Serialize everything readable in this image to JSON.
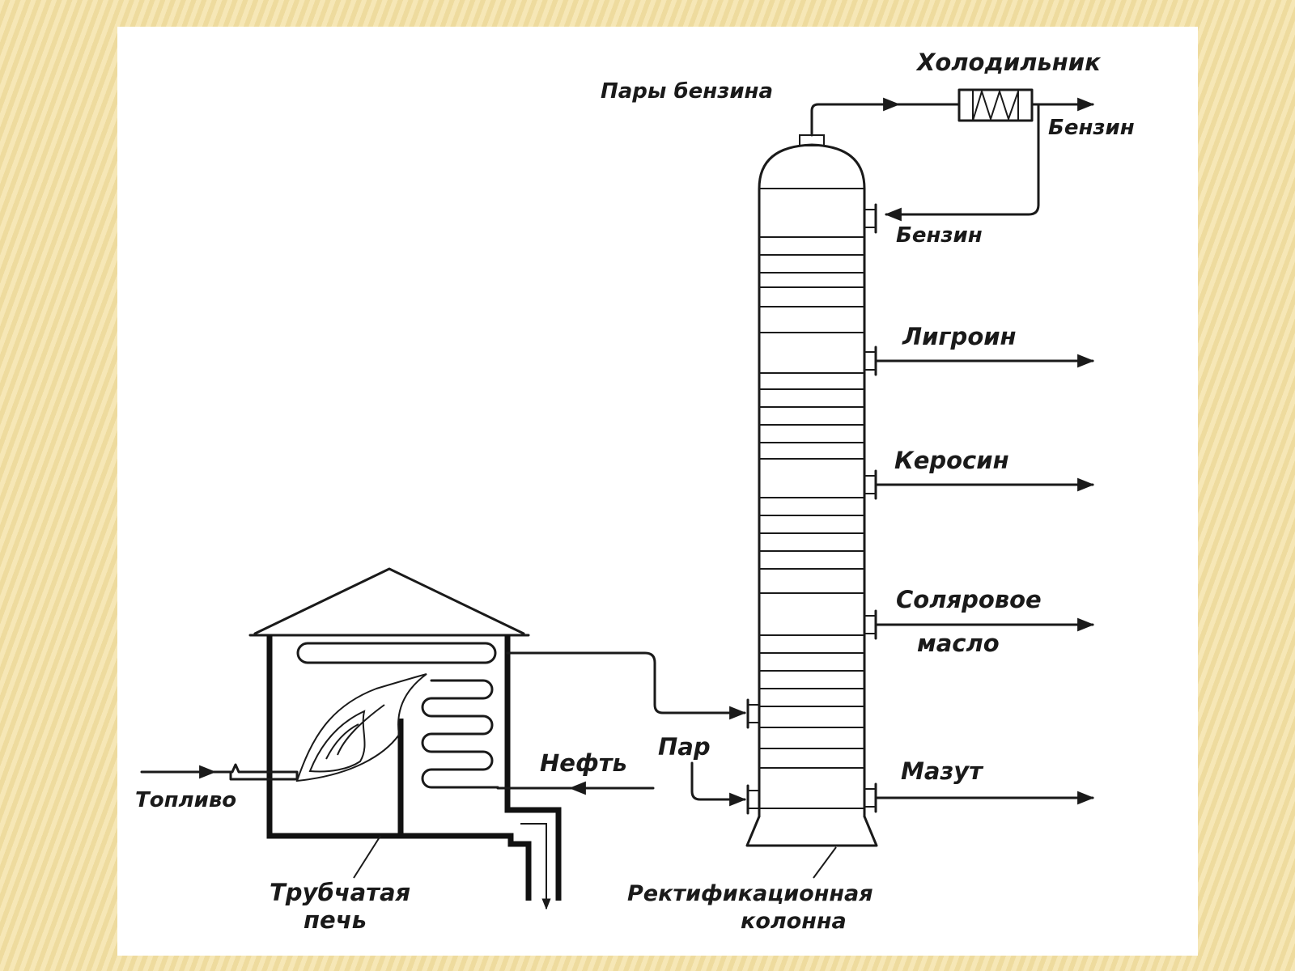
{
  "colors": {
    "ink": "#1a1a1a",
    "panel": "#ffffff",
    "background": "#f3e2a9"
  },
  "labels": {
    "benzene_vapor": "Пары бензина",
    "cooler": "Холодильник",
    "gasoline_out": "Бензин",
    "gasoline_reflux": "Бензин",
    "ligroin": "Лигроин",
    "kerosene": "Керосин",
    "solar_oil_line1": "Соляровое",
    "solar_oil_line2": "масло",
    "fuel_oil": "Мазут",
    "steam": "Пар",
    "crude_oil": "Нефть",
    "fuel": "Топливо",
    "furnace_line1": "Трубчатая",
    "furnace_line2": "печь",
    "column_line1": "Ректификационная",
    "column_line2": "колонна"
  }
}
